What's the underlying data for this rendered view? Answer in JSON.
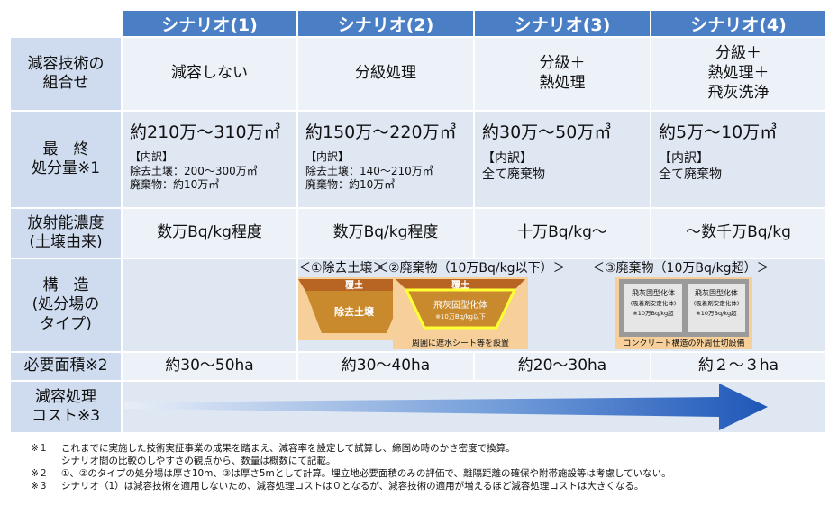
{
  "header": [
    "シナリオ(1)",
    "シナリオ(2)",
    "シナリオ(3)",
    "シナリオ(4)"
  ],
  "rows": {
    "combo": {
      "label": [
        "減容技術の",
        "組合せ"
      ],
      "values": [
        [
          "減容しない"
        ],
        [
          "分級処理"
        ],
        [
          "分級＋",
          "熱処理"
        ],
        [
          "分級＋",
          "熱処理＋",
          "飛灰洗浄"
        ]
      ]
    },
    "disposal": {
      "label": [
        "最　終",
        "処分量※1"
      ],
      "values": [
        {
          "amount": "約210万～310万㎥",
          "breakdown": [
            "【内訳】",
            "除去土壌：200～300万㎥",
            "廃棄物：約10万㎥"
          ]
        },
        {
          "amount": "約150万～220万㎥",
          "breakdown": [
            "【内訳】",
            "除去土壌：140～210万㎥",
            "廃棄物：約10万㎥"
          ]
        },
        {
          "amount": "約30万～50万㎥",
          "breakdown": [
            "【内訳】",
            "全て廃棄物"
          ]
        },
        {
          "amount": "約5万～10万㎥",
          "breakdown": [
            "【内訳】",
            "全て廃棄物"
          ]
        }
      ]
    },
    "radio": {
      "label": [
        "放射能濃度",
        "(土壌由来)"
      ],
      "values": [
        "数万Bq/kg程度",
        "数万Bq/kg程度",
        "十万Bq/kg～",
        "～数千万Bq/kg"
      ]
    },
    "structure": {
      "label": [
        "構　造",
        "(処分場の",
        "タイプ)"
      ],
      "types": [
        {
          "title": "＜①除去土壌＞",
          "cover": "覆土",
          "body": "除去土壌"
        },
        {
          "title": "＜②廃棄物（10万Bq/kg以下）＞",
          "cover": "覆土",
          "body": "飛灰固型化体",
          "body_sub": "※10万Bq/kg以下",
          "caption": "周囲に遮水シート等を設置"
        },
        {
          "title": "＜③廃棄物（10万Bq/kg超）＞",
          "box1": [
            "飛灰固型化体",
            "(吸着剤安定化体)",
            "※10万Bq/kg超"
          ],
          "box2": [
            "飛灰固型化体",
            "(吸着剤安定化体)",
            "※10万Bq/kg超"
          ],
          "caption": "コンクリート構造の外周仕切設備"
        }
      ]
    },
    "area": {
      "label": "必要面積※2",
      "values": [
        "約30～50ha",
        "約30～40ha",
        "約20～30ha",
        "約２～３ha"
      ]
    },
    "cost": {
      "label": [
        "減容処理",
        "コスト※3"
      ]
    }
  },
  "notes": [
    {
      "mark": "※１",
      "text": "これまでに実施した技術実証事業の成果を踏まえ、減容率を設定して試算し、締固め時のかさ密度で換算。"
    },
    {
      "mark": "",
      "text": "シナリオ間の比較のしやすさの観点から、数量は概数にて記載。"
    },
    {
      "mark": "※２",
      "text": "①、②のタイプの処分場は厚さ10m、③は厚さ5mとして計算。埋立地必要面積のみの評価で、離隔距離の確保や附帯施設等は考慮していない。"
    },
    {
      "mark": "※３",
      "text": "シナリオ（1）は減容技術を適用しないため、減容処理コストは０となるが、減容技術の適用が増えるほど減容処理コストは大きくなる。"
    }
  ],
  "colors": {
    "header": "#4a7fc6",
    "label": "#cfdcef",
    "cell_a": "#dfe7f3",
    "cell_b": "#edf1f8",
    "arrow_dark": "#1f57b8"
  }
}
